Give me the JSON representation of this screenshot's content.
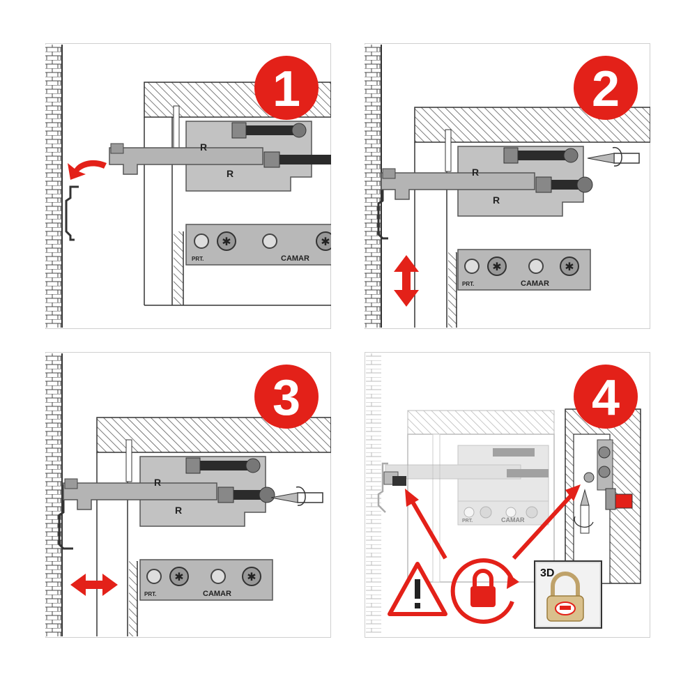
{
  "colors": {
    "accent": "#e32119",
    "bracket": "#b8b8b8",
    "bracket_dark": "#6a6a6a",
    "hatch": "#5a5a5a",
    "wall": "#444444"
  },
  "steps": [
    {
      "number": "1",
      "hanger_label_upper": "R",
      "hanger_label_lower": "R",
      "plate_mark": "PRT.",
      "brand": "CAMAR"
    },
    {
      "number": "2",
      "hanger_label_upper": "R",
      "hanger_label_lower": "R",
      "plate_mark": "PRT.",
      "brand": "CAMAR"
    },
    {
      "number": "3",
      "hanger_label_upper": "R",
      "hanger_label_lower": "R",
      "plate_mark": "PRT.",
      "brand": "CAMAR"
    },
    {
      "number": "4",
      "plate_mark": "PRT.",
      "brand": "CAMAR",
      "badge_3d": "3D"
    }
  ],
  "icons": {
    "step1": [
      "wall-rail-icon",
      "curved-arrow-icon",
      "brick-wall-icon"
    ],
    "step2": [
      "screwdriver-icon",
      "vertical-adjust-arrow-icon"
    ],
    "step3": [
      "screwdriver-icon",
      "horizontal-adjust-arrow-icon"
    ],
    "step4": [
      "warning-triangle-icon",
      "lock-rotate-icon",
      "padlock-3d-icon"
    ]
  }
}
